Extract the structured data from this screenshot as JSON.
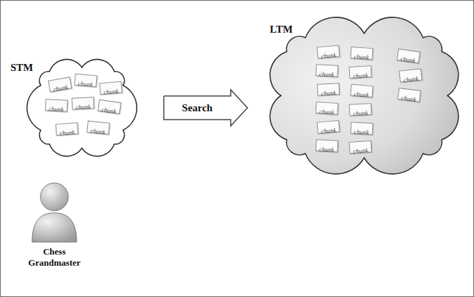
{
  "diagram": {
    "nodes": [
      {
        "text": [
          "STM"
        ]
      },
      {
        "text": [
          "chunk"
        ],
        "in": 0
      },
      {
        "text": [
          "chunk"
        ],
        "in": 0
      },
      {
        "text": [
          "chunk"
        ],
        "in": 0
      },
      {
        "text": [
          "chunk"
        ],
        "in": 0
      },
      {
        "text": [
          "chunk"
        ],
        "in": 0
      },
      {
        "text": [
          "chunk"
        ],
        "in": 0
      },
      {
        "text": [
          "chunk"
        ],
        "in": 0
      },
      {
        "text": [
          "chunk"
        ],
        "in": 0
      },
      {
        "text": [
          "LTM"
        ]
      },
      {
        "text": [
          "chunk"
        ],
        "in": 9
      },
      {
        "text": [
          "chunk"
        ],
        "in": 9
      },
      {
        "text": [
          "chunk"
        ],
        "in": 9
      },
      {
        "text": [
          "chunk"
        ],
        "in": 9
      },
      {
        "text": [
          "chunk"
        ],
        "in": 9
      },
      {
        "text": [
          "chunk"
        ],
        "in": 9
      },
      {
        "text": [
          "chunk"
        ],
        "in": 9
      },
      {
        "text": [
          "chunk"
        ],
        "in": 9
      },
      {
        "text": [
          "chunk"
        ],
        "in": 9
      },
      {
        "text": [
          "chunk"
        ],
        "in": 9
      },
      {
        "text": [
          "chunk"
        ],
        "in": 9
      },
      {
        "text": [
          "chunk"
        ],
        "in": 9
      },
      {
        "text": [
          "chunk"
        ],
        "in": 9
      },
      {
        "text": [
          "chunk"
        ],
        "in": 9
      },
      {
        "text": [
          "chunk"
        ],
        "in": 9
      }
    ],
    "edges": [
      {
        "from": 0,
        "to": 9,
        "label": "Search",
        "arrow": "to"
      }
    ],
    "labels": [
      "Chess Grandmaster"
    ]
  }
}
